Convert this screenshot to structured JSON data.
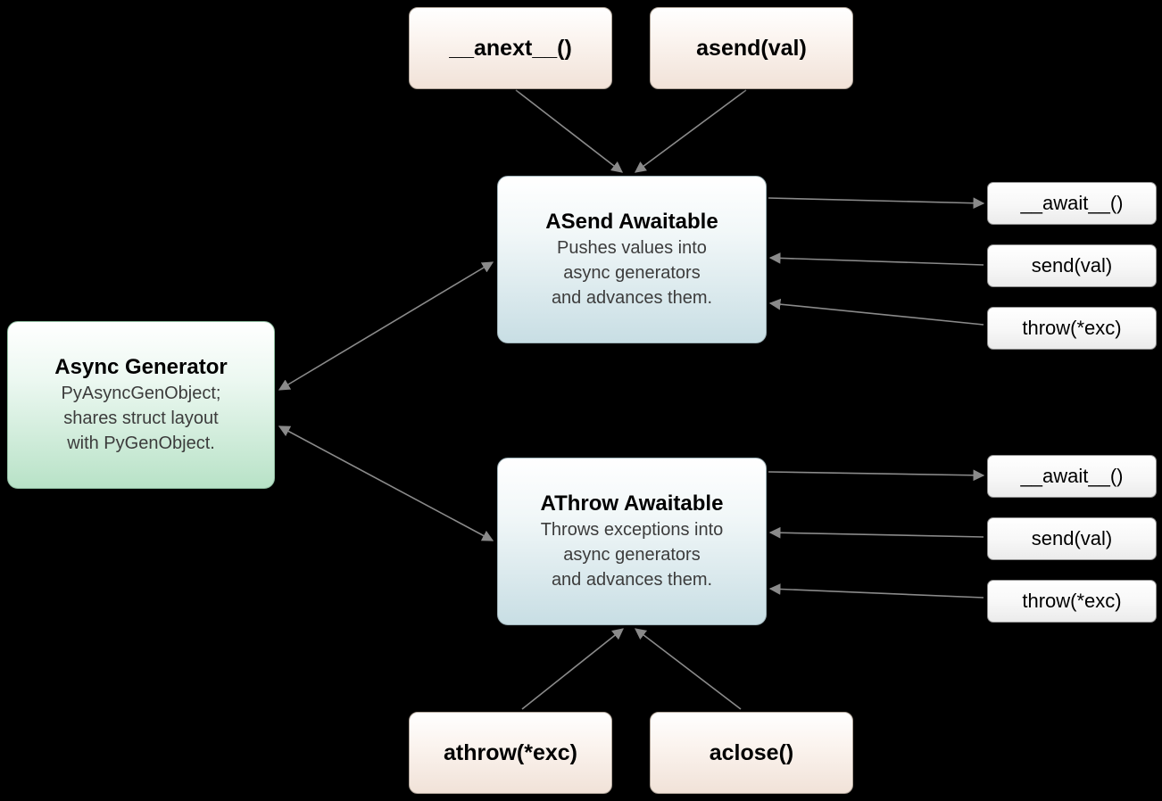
{
  "diagram": {
    "background": "#000000",
    "anext": {
      "label": "__anext__()"
    },
    "asend": {
      "label": "asend(val)"
    },
    "asend_awaitable": {
      "title": "ASend Awaitable",
      "body_line1": "Pushes values into",
      "body_line2": "async generators",
      "body_line3": "and advances them."
    },
    "async_generator": {
      "title": "Async Generator",
      "body_line1": "PyAsyncGenObject;",
      "body_line2": "shares struct layout",
      "body_line3": "with PyGenObject."
    },
    "athrow_awaitable": {
      "title": "AThrow Awaitable",
      "body_line1": "Throws exceptions into",
      "body_line2": "async generators",
      "body_line3": "and advances them."
    },
    "athrow": {
      "label": "athrow(*exc)"
    },
    "aclose": {
      "label": "aclose()"
    },
    "asend_methods": {
      "await": {
        "label": "__await__()"
      },
      "send": {
        "label": "send(val)"
      },
      "throw": {
        "label": "throw(*exc)"
      }
    },
    "athrow_methods": {
      "await": {
        "label": "__await__()"
      },
      "send": {
        "label": "send(val)"
      },
      "throw": {
        "label": "throw(*exc)"
      }
    },
    "colors": {
      "method_box_gradient_bottom": "#f1e2d8",
      "awaitable_gradient_bottom": "#c8dee4",
      "generator_gradient_bottom": "#b8e2c7",
      "small_box_gradient_bottom": "#ebebeb",
      "arrow": "#8a8a8a"
    }
  }
}
